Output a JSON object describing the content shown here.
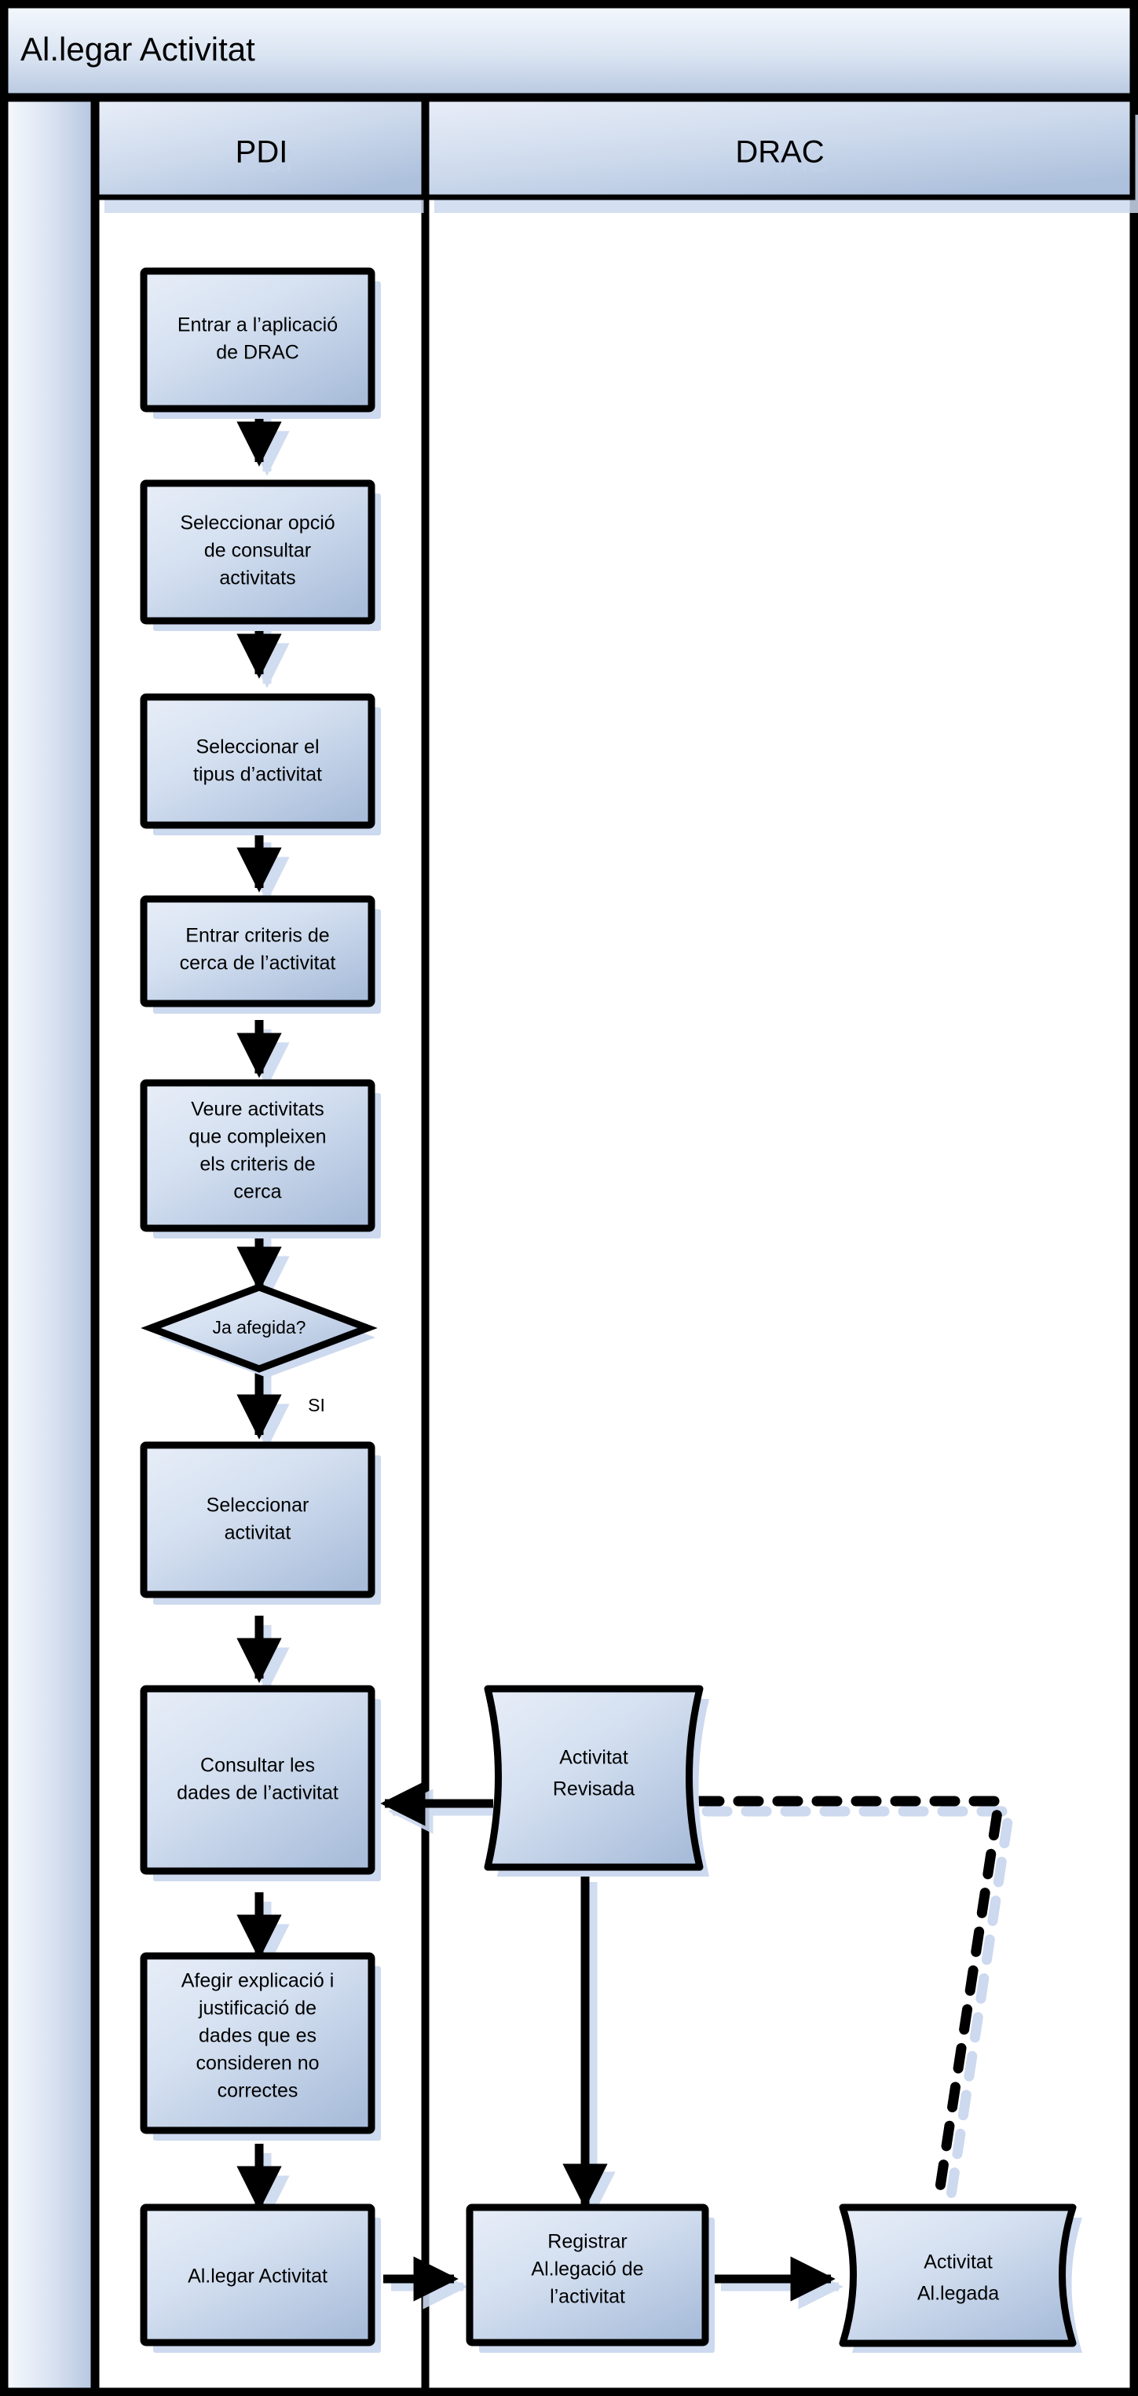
{
  "diagram": {
    "type": "flowchart-swimlane",
    "title": "Al.legar Activitat",
    "language": "ca",
    "lanes": [
      {
        "id": "pdi",
        "label": "PDI"
      },
      {
        "id": "drac",
        "label": "DRAC"
      }
    ],
    "colors": {
      "fill_light": "#e3eaf6",
      "fill_dark": "#adc0dd",
      "stroke": "#000000",
      "shadow": "#ccd9ef",
      "lane_header_light": "#e6ecf7",
      "lane_header_dark": "#b3c4de",
      "title_light": "#f2f6fc",
      "title_dark": "#b8c8e0",
      "page_background": "#ffffff"
    },
    "nodes": [
      {
        "id": "n1",
        "lane": "pdi",
        "shape": "process",
        "label": "Entrar a l’aplicació\nde DRAC"
      },
      {
        "id": "n2",
        "lane": "pdi",
        "shape": "process",
        "label": "Seleccionar opció\nde consultar\nactivitats"
      },
      {
        "id": "n3",
        "lane": "pdi",
        "shape": "process",
        "label": "Seleccionar el\ntipus d’activitat"
      },
      {
        "id": "n4",
        "lane": "pdi",
        "shape": "process",
        "label": "Entrar criteris de\ncerca de l’activitat"
      },
      {
        "id": "n5",
        "lane": "pdi",
        "shape": "process",
        "label": "Veure activitats\nque compleixen\nels criteris de\ncerca"
      },
      {
        "id": "n6",
        "lane": "pdi",
        "shape": "decision",
        "label": "Ja afegida?"
      },
      {
        "id": "n7",
        "lane": "pdi",
        "shape": "process",
        "label": "Seleccionar\nactivitat"
      },
      {
        "id": "n8",
        "lane": "pdi",
        "shape": "process",
        "label": "Consultar les\ndades de l’activitat"
      },
      {
        "id": "n9",
        "lane": "pdi",
        "shape": "process",
        "label": "Afegir explicació i\njustificació de\ndades que es\nconsideren no\ncorrectes"
      },
      {
        "id": "n10",
        "lane": "pdi",
        "shape": "process",
        "label": "Al.legar Activitat"
      },
      {
        "id": "n11",
        "lane": "drac",
        "shape": "document",
        "label": "Activitat\nRevisada"
      },
      {
        "id": "n12",
        "lane": "drac",
        "shape": "process",
        "label": "Registrar\nAl.legació de\nl’activitat"
      },
      {
        "id": "n13",
        "lane": "drac",
        "shape": "document",
        "label": "Activitat\nAl.legada"
      }
    ],
    "edges": [
      {
        "from": "n1",
        "to": "n2",
        "style": "solid",
        "label": ""
      },
      {
        "from": "n2",
        "to": "n3",
        "style": "solid",
        "label": ""
      },
      {
        "from": "n3",
        "to": "n4",
        "style": "solid",
        "label": ""
      },
      {
        "from": "n4",
        "to": "n5",
        "style": "solid",
        "label": ""
      },
      {
        "from": "n5",
        "to": "n6",
        "style": "solid",
        "label": ""
      },
      {
        "from": "n6",
        "to": "n7",
        "style": "solid",
        "label": "SI"
      },
      {
        "from": "n7",
        "to": "n8",
        "style": "solid",
        "label": ""
      },
      {
        "from": "n11",
        "to": "n8",
        "style": "solid",
        "label": ""
      },
      {
        "from": "n8",
        "to": "n9",
        "style": "solid",
        "label": ""
      },
      {
        "from": "n9",
        "to": "n10",
        "style": "solid",
        "label": ""
      },
      {
        "from": "n10",
        "to": "n12",
        "style": "solid",
        "label": ""
      },
      {
        "from": "n12",
        "to": "n13",
        "style": "solid",
        "label": ""
      },
      {
        "from": "n11",
        "to": "n12",
        "style": "solid",
        "label": ""
      },
      {
        "from": "n13",
        "to": "n11",
        "style": "dashed",
        "label": ""
      }
    ],
    "branch_labels": [
      {
        "id": "b1",
        "text": "SI"
      }
    ]
  }
}
